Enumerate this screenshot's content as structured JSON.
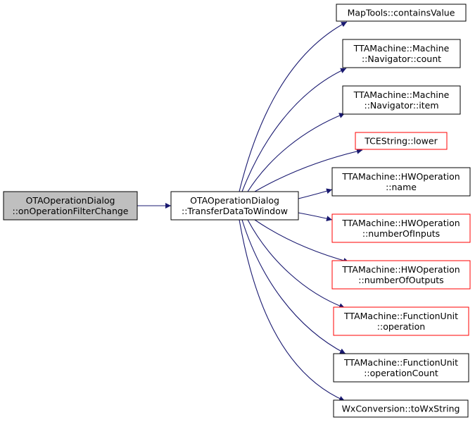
{
  "colors": {
    "edge": "#191970",
    "border_default": "#000000",
    "border_incomplete": "#ff0000",
    "root_fill": "#bfbfbf",
    "node_fill": "#ffffff"
  },
  "nodes": {
    "root": {
      "lines": [
        "OTAOperationDialog",
        "::onOperationFilterChange"
      ],
      "style": "root"
    },
    "transfer": {
      "lines": [
        "OTAOperationDialog",
        "::TransferDataToWindow"
      ],
      "style": "default"
    },
    "contains_value": {
      "lines": [
        "MapTools::containsValue"
      ],
      "style": "default"
    },
    "navigator_count": {
      "lines": [
        "TTAMachine::Machine",
        "::Navigator::count"
      ],
      "style": "default"
    },
    "navigator_item": {
      "lines": [
        "TTAMachine::Machine",
        "::Navigator::item"
      ],
      "style": "default"
    },
    "tcestring_lower": {
      "lines": [
        "TCEString::lower"
      ],
      "style": "incomplete"
    },
    "hwop_name": {
      "lines": [
        "TTAMachine::HWOperation",
        "::name"
      ],
      "style": "default"
    },
    "hwop_inputs": {
      "lines": [
        "TTAMachine::HWOperation",
        "::numberOfInputs"
      ],
      "style": "incomplete"
    },
    "hwop_outputs": {
      "lines": [
        "TTAMachine::HWOperation",
        "::numberOfOutputs"
      ],
      "style": "incomplete"
    },
    "fu_operation": {
      "lines": [
        "TTAMachine::FunctionUnit",
        "::operation"
      ],
      "style": "incomplete"
    },
    "fu_opcount": {
      "lines": [
        "TTAMachine::FunctionUnit",
        "::operationCount"
      ],
      "style": "default"
    },
    "wx_tostring": {
      "lines": [
        "WxConversion::toWxString"
      ],
      "style": "default"
    }
  },
  "edges": [
    [
      "root",
      "transfer"
    ],
    [
      "transfer",
      "contains_value"
    ],
    [
      "transfer",
      "navigator_count"
    ],
    [
      "transfer",
      "navigator_item"
    ],
    [
      "transfer",
      "tcestring_lower"
    ],
    [
      "transfer",
      "hwop_name"
    ],
    [
      "transfer",
      "hwop_inputs"
    ],
    [
      "transfer",
      "hwop_outputs"
    ],
    [
      "transfer",
      "fu_operation"
    ],
    [
      "transfer",
      "fu_opcount"
    ],
    [
      "transfer",
      "wx_tostring"
    ]
  ]
}
